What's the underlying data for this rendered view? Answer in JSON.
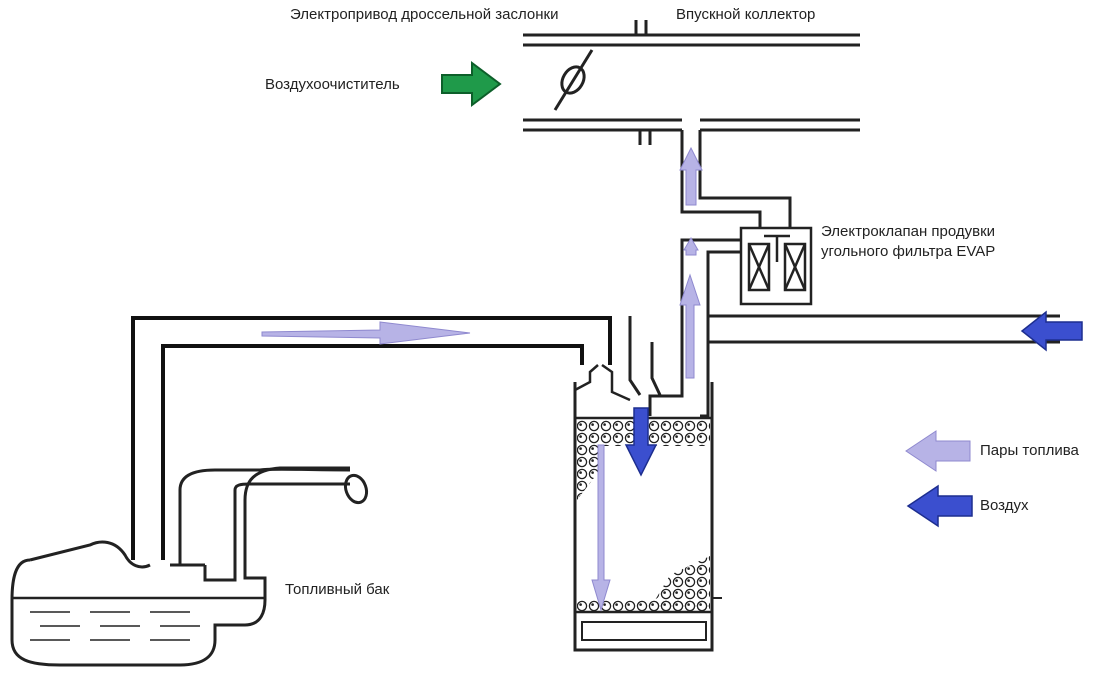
{
  "labels": {
    "throttle_actuator": "Электропривод дроссельной заслонки",
    "intake_manifold": "Впускной коллектор",
    "air_cleaner": "Воздухоочиститель",
    "purge_valve_line1": "Электроклапан продувки",
    "purge_valve_line2": "угольного фильтра EVAP",
    "fuel_tank": "Топливный бак"
  },
  "legend": {
    "fuel_vapor": "Пары топлива",
    "air": "Воздух"
  },
  "colors": {
    "air_cleaner_arrow": "#1f9a4a",
    "vapor_arrow": "#b7b3e6",
    "air_arrow": "#3b4fcf",
    "line": "#222222"
  }
}
